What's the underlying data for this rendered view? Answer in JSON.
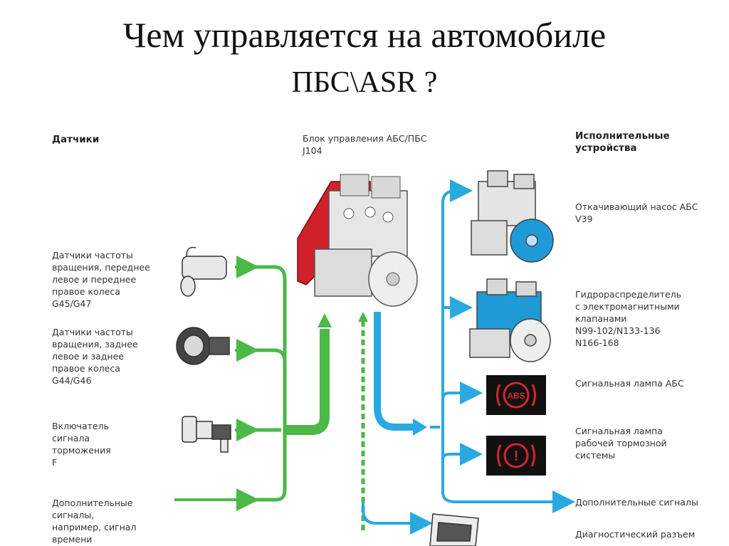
{
  "title": {
    "line1": "Чем управляется на автомобиле",
    "line2": "ПБС\\ASR ?"
  },
  "left_header": "Датчики",
  "center_header": "Блок управления АБС/ПБС\nJ104",
  "right_header": "Исполнительные\nустройства",
  "sensors": [
    "Датчики частоты\nвращения, переднее\nлевое и переднее\nправое колеса\nG45/G47",
    "Датчики частоты\nвращения, заднее\nлевое и заднее\nправое колеса\nG44/G46",
    "Включатель\nсигнала\nторможения\nF",
    "Дополнительные\nсигналы,\nнапример, сигнал\nвремени"
  ],
  "actuators": [
    "Откачивающий насос АБС\nV39",
    "Гидрораспределитель\nс электромагнитными\nклапанами\nN99-102/N133-136\nN166-168",
    "Сигнальная лампа АБС",
    "Сигнальная лампа\nрабочей тормозной\nсистемы",
    "Дополнительные сигналы",
    "Диагностический разъем"
  ],
  "lamps": {
    "abs_text": "ABS",
    "brake_text": "!"
  },
  "colors": {
    "input_flow": "#4bb848",
    "output_flow": "#29a9e0",
    "unit_red": "#d0202a",
    "pump_blue": "#1e9bd7",
    "lamp_red": "#d3262b"
  }
}
